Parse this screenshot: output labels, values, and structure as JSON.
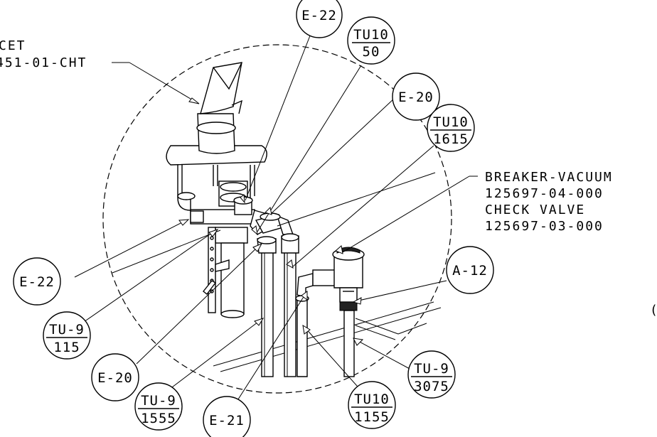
{
  "callouts": {
    "faucet_line1": "CET",
    "faucet_line2": "451-01-CHT",
    "breaker_line1": "BREAKER-VACUUM",
    "breaker_line2": "125697-04-000",
    "breaker_line3": "CHECK VALVE",
    "breaker_line4": "125697-03-000",
    "right_edge_glyph": "("
  },
  "bubbles": {
    "e22_top": "E-22",
    "tu10_50_top": "TU10",
    "tu10_50_bottom": "50",
    "e20_top": "E-20",
    "tu10_1615_top": "TU10",
    "tu10_1615_bottom": "1615",
    "a12": "A-12",
    "e22_left": "E-22",
    "tu9_115_top": "TU-9",
    "tu9_115_bottom": "115",
    "e20_left": "E-20",
    "tu9_1555_top": "TU-9",
    "tu9_1555_bottom": "1555",
    "e21": "E-21",
    "tu10_1155_top": "TU10",
    "tu10_1155_bottom": "1155",
    "tu9_3075_top": "TU-9",
    "tu9_3075_bottom": "3075"
  }
}
